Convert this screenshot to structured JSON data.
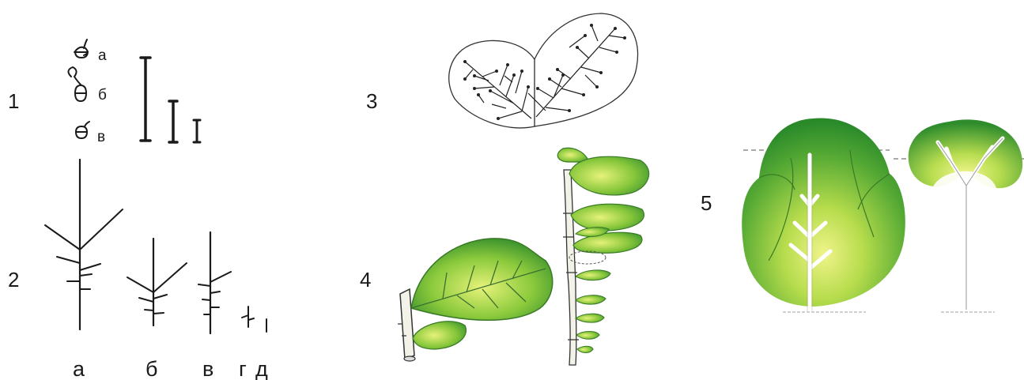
{
  "panels": [
    {
      "number": "1",
      "labels": [
        "а",
        "б",
        "в"
      ]
    },
    {
      "number": "2",
      "labels": [
        "а",
        "б",
        "в",
        "г",
        "д"
      ]
    },
    {
      "number": "3"
    },
    {
      "number": "4"
    },
    {
      "number": "5"
    }
  ],
  "colors": {
    "line": "#1a1a1a",
    "leaf_light": "#d9ee6a",
    "leaf_mid": "#7cc43a",
    "leaf_dark": "#2f8a2c",
    "branch_white": "#ffffff"
  }
}
